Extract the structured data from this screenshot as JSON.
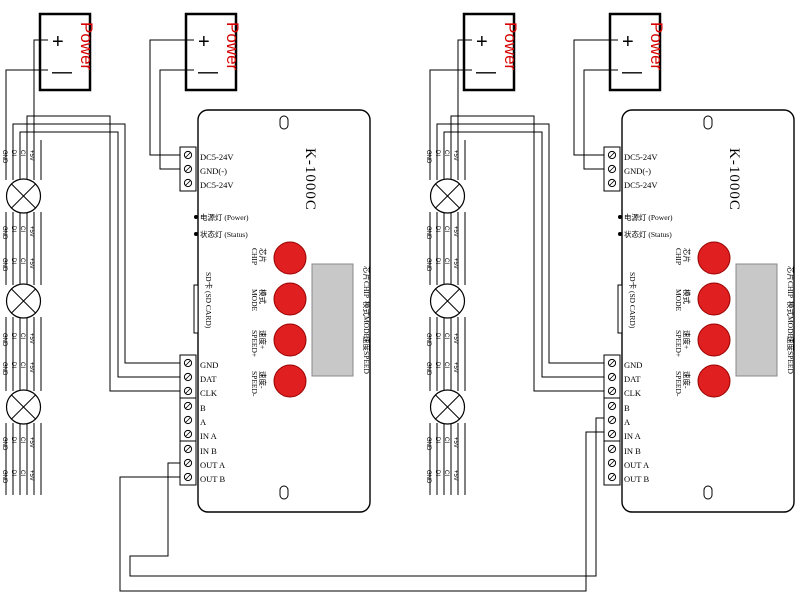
{
  "power_supply": {
    "label": "Power",
    "plus": "+",
    "minus": "—"
  },
  "controller": {
    "model": "K-1000C",
    "power_terminals": [
      "DC5-24V",
      "GND(-)",
      "DC5-24V"
    ],
    "indicators": [
      "电源灯 (Power)",
      "状态灯 (Status)"
    ],
    "sd_slot": "SD卡 (SD CARD)",
    "buttons": [
      {
        "cn": "芯片",
        "en": "CHIP"
      },
      {
        "cn": "模式",
        "en": "MODE"
      },
      {
        "cn": "速度+",
        "en": "SPEED+"
      },
      {
        "cn": "速度-",
        "en": "SPEED-"
      }
    ],
    "display_labels": [
      "芯片CHIP",
      "模式MODE",
      "速度SPEED"
    ],
    "signal_terminals": [
      "GND",
      "DAT",
      "CLK"
    ],
    "input_terminals": [
      "B",
      "A",
      "IN A"
    ],
    "output_terminals": [
      "IN B",
      "OUT A",
      "OUT B"
    ],
    "button_color": "#e02020"
  },
  "led_wires": [
    "GND",
    "DI",
    "DO",
    "CI",
    "CO",
    "+5V"
  ],
  "rows": [
    {
      "power_lines": [
        "GND  DI  CI  +5V",
        "GND  DO  CO  +5V",
        "GND  DI  CI  +5V",
        "GND  DO  CO  +5V",
        "GND  DI  CI  +5V",
        "GND  DO  CO  +5V"
      ]
    }
  ]
}
